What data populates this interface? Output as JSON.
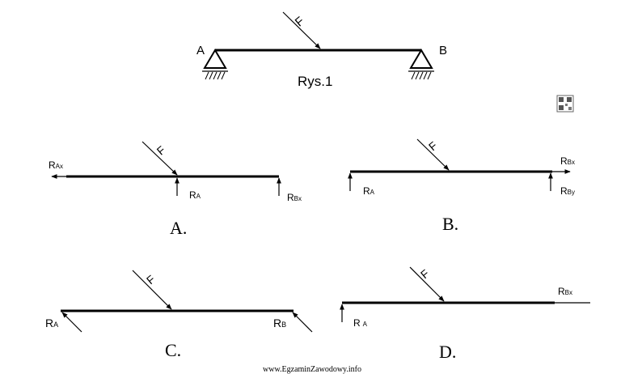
{
  "main_figure": {
    "label_a": "A",
    "label_b": "B",
    "force": "F",
    "caption": "Rys.1"
  },
  "options": {
    "a": {
      "letter": "A.",
      "force": "F",
      "rax": {
        "main": "R",
        "sub": "Ax"
      },
      "ra": {
        "main": "R",
        "sub": "A"
      },
      "rb": {
        "main": "R",
        "sub": "Bx"
      }
    },
    "b": {
      "letter": "B.",
      "force": "F",
      "ra": {
        "main": "R",
        "sub": "A"
      },
      "rbx": {
        "main": "R",
        "sub": "Bx"
      },
      "rby": {
        "main": "R",
        "sub": "By"
      }
    },
    "c": {
      "letter": "C.",
      "force": "F",
      "ra": {
        "main": "R",
        "sub": "A"
      },
      "rb": {
        "main": "R",
        "sub": "B"
      }
    },
    "d": {
      "letter": "D.",
      "force": "F",
      "ra": {
        "main": "R",
        "sub": "A"
      },
      "rbx": {
        "main": "R",
        "sub": "Bx"
      }
    }
  },
  "watermark": "www.EgzaminZawodowy.info"
}
